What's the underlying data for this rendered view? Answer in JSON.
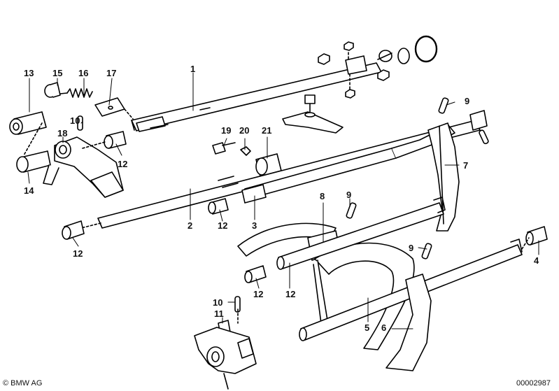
{
  "diagram": {
    "callouts": [
      "13",
      "15",
      "16",
      "17",
      "1",
      "10",
      "18",
      "12",
      "14",
      "19",
      "20",
      "21",
      "2",
      "12",
      "3",
      "9",
      "7",
      "8",
      "9",
      "12",
      "9",
      "12",
      "4",
      "12",
      "10",
      "11",
      "5",
      "6"
    ],
    "footer": {
      "copyright": "© BMW AG",
      "doc_number": "00002987"
    }
  }
}
